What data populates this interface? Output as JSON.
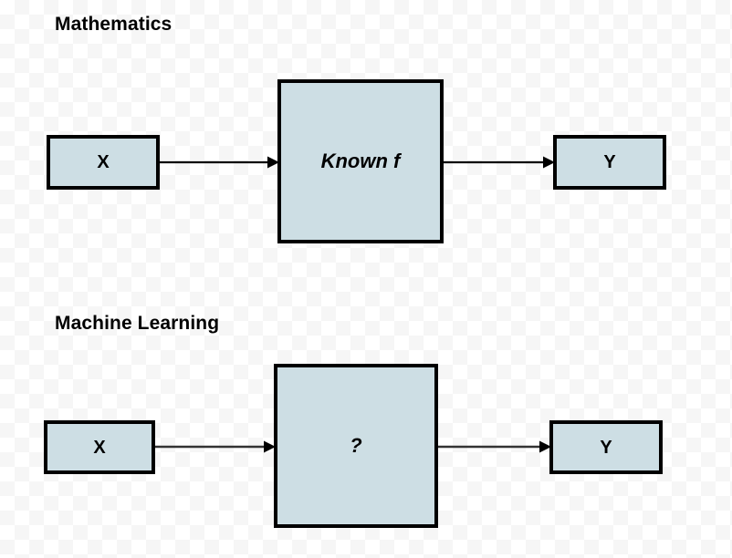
{
  "diagram": {
    "title_top": "Mathematics",
    "title_bottom": "Machine Learning",
    "colors": {
      "node_fill": "#cddee4",
      "node_border": "#000000",
      "text": "#000000",
      "background": "#ffffff",
      "checker": "#f6f6f6"
    },
    "sections": [
      {
        "id": "mathematics",
        "heading": "Mathematics",
        "nodes": [
          {
            "id": "x-math",
            "label": "X",
            "style": "plain"
          },
          {
            "id": "f-math",
            "label": "Known f",
            "style": "italic"
          },
          {
            "id": "y-math",
            "label": "Y",
            "style": "plain"
          }
        ],
        "arrows": [
          {
            "id": "x-to-f",
            "from": "X",
            "to": "Known f"
          },
          {
            "id": "f-to-y",
            "from": "Known f",
            "to": "Y"
          }
        ]
      },
      {
        "id": "machine-learning",
        "heading": "Machine Learning",
        "nodes": [
          {
            "id": "x-ml",
            "label": "X",
            "style": "plain"
          },
          {
            "id": "f-ml",
            "label": "?",
            "style": "italic"
          },
          {
            "id": "y-ml",
            "label": "Y",
            "style": "plain"
          }
        ],
        "arrows": [
          {
            "id": "x-to-f",
            "from": "X",
            "to": "?"
          },
          {
            "id": "f-to-y",
            "from": "?",
            "to": "Y"
          }
        ]
      }
    ]
  }
}
